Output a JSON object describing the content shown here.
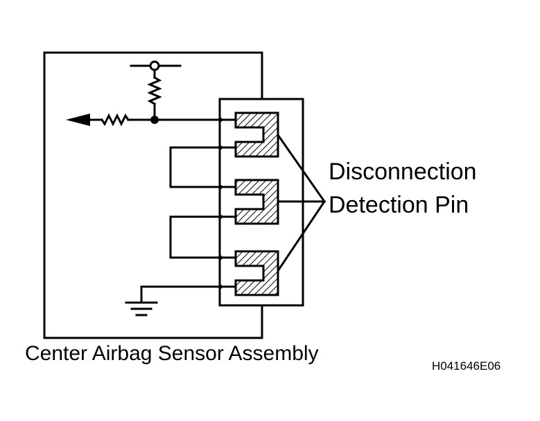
{
  "diagram": {
    "callout_line1": "Disconnection",
    "callout_line2": "Detection Pin",
    "assembly_label": "Center Airbag Sensor Assembly",
    "figure_code": "H041646E06"
  },
  "colors": {
    "ink": "#000000",
    "background": "#ffffff"
  },
  "icons": [
    "ground-icon",
    "arrow-icon",
    "resistor-icon"
  ]
}
